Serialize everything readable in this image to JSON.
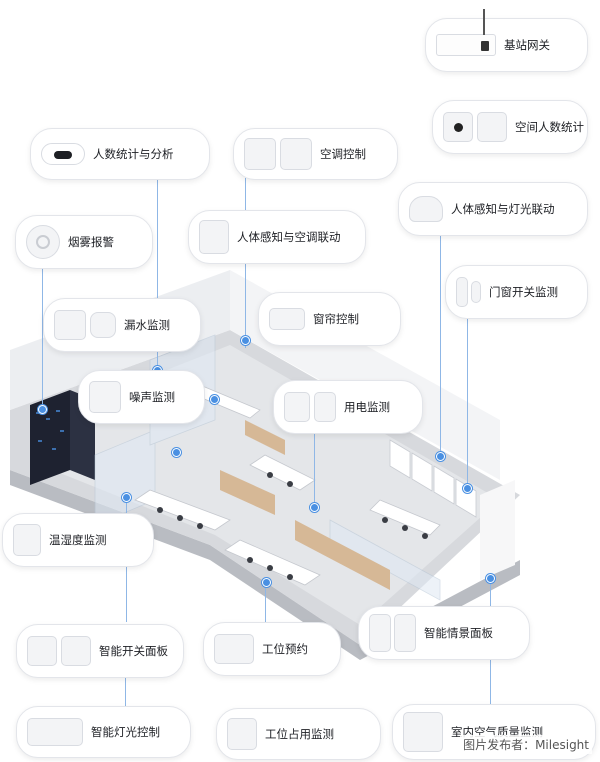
{
  "labels": {
    "gateway": "基站网关",
    "people_counting": "人数统计与分析",
    "ac_control": "空调控制",
    "space_people_count": "空间人数统计",
    "presence_light": "人体感知与灯光联动",
    "smoke_alarm": "烟雾报警",
    "presence_ac": "人体感知与空调联动",
    "door_window": "门窗开关监测",
    "leak_monitor": "漏水监测",
    "curtain_control": "窗帘控制",
    "noise_monitor": "噪声监测",
    "power_monitor": "用电监测",
    "temp_humidity": "温湿度监测",
    "smart_switch": "智能开关面板",
    "desk_booking": "工位预约",
    "smart_scene": "智能情景面板",
    "smart_lighting": "智能灯光控制",
    "desk_occupancy": "工位占用监测",
    "indoor_air": "室内空气质量监测"
  },
  "watermark": "图片发布者：Milesight",
  "colors": {
    "accent": "#4a90e2",
    "pill_border": "#e3e5ea",
    "floor": "#d7d9dd",
    "wall": "#eceef1"
  }
}
